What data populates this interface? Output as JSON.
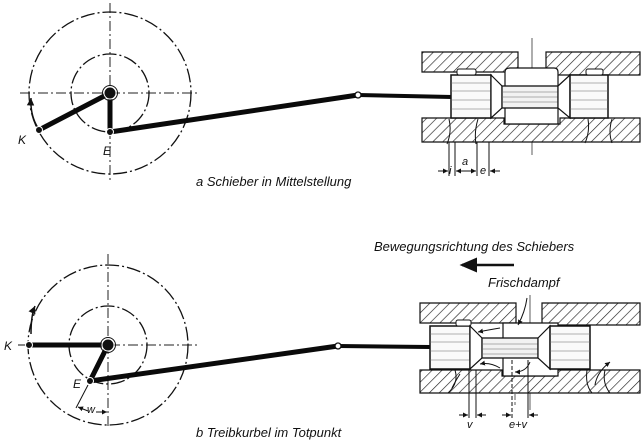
{
  "figure_a": {
    "caption": "a Schieber in Mittelstellung",
    "labels": {
      "crank": "K",
      "eccentric": "E"
    },
    "dimensions": {
      "inner_lap": "i",
      "outer_lap": "a",
      "exhaust": "e"
    }
  },
  "figure_b": {
    "caption": "b Treibkurbel im Totpunkt",
    "labels": {
      "crank": "K",
      "eccentric": "E",
      "angle": "w"
    },
    "direction_label": "Bewegungsrichtung des Schiebers",
    "steam_label": "Frischdampf",
    "dimensions": {
      "lead": "v",
      "exhaust_plus_lead": "e+v"
    }
  }
}
